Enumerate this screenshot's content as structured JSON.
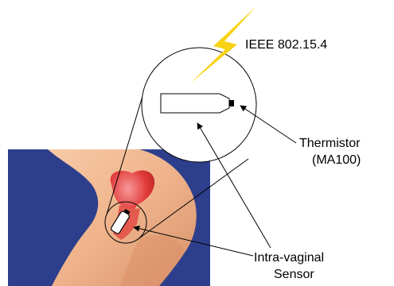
{
  "labels": {
    "wireless": "IEEE 802.15.4",
    "thermistor_line1": "Thermistor",
    "thermistor_line2": "(MA100)",
    "sensor_line1": "Intra-vaginal",
    "sensor_line2": "Sensor"
  },
  "colors": {
    "background_panel": "#2d3f8c",
    "lightning": "#f7d215",
    "skin": "#f1b992",
    "organ": "#e23b3b",
    "outline": "#000000"
  },
  "icons": {
    "wireless": "lightning-bolt-icon"
  }
}
